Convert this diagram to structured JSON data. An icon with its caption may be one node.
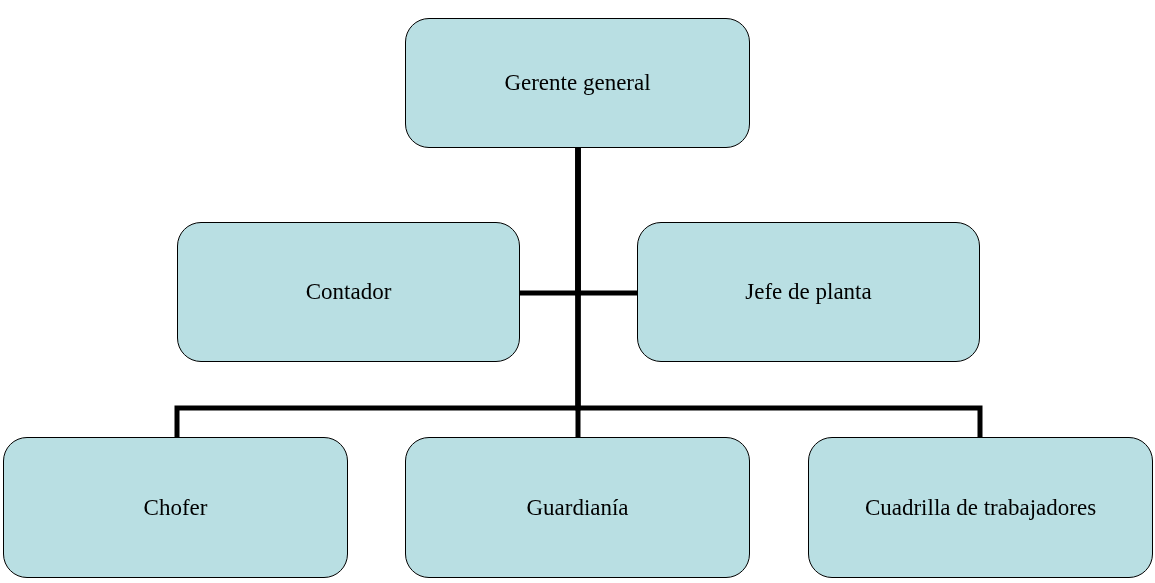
{
  "diagram": {
    "nodes": [
      {
        "text": [
          "Gerente general"
        ]
      },
      {
        "text": [
          "Contador"
        ]
      },
      {
        "text": [
          "Jefe de planta"
        ]
      },
      {
        "text": [
          "Chofer"
        ]
      },
      {
        "text": [
          "Guardianía"
        ]
      },
      {
        "text": [
          "Cuadrilla de trabajadores"
        ]
      }
    ],
    "edges": [
      {
        "from": 0,
        "to": 1,
        "arrow": "none"
      },
      {
        "from": 0,
        "to": 2,
        "arrow": "none"
      },
      {
        "from": 0,
        "to": 3,
        "arrow": "none"
      },
      {
        "from": 0,
        "to": 4,
        "arrow": "none"
      },
      {
        "from": 0,
        "to": 5,
        "arrow": "none"
      }
    ]
  }
}
